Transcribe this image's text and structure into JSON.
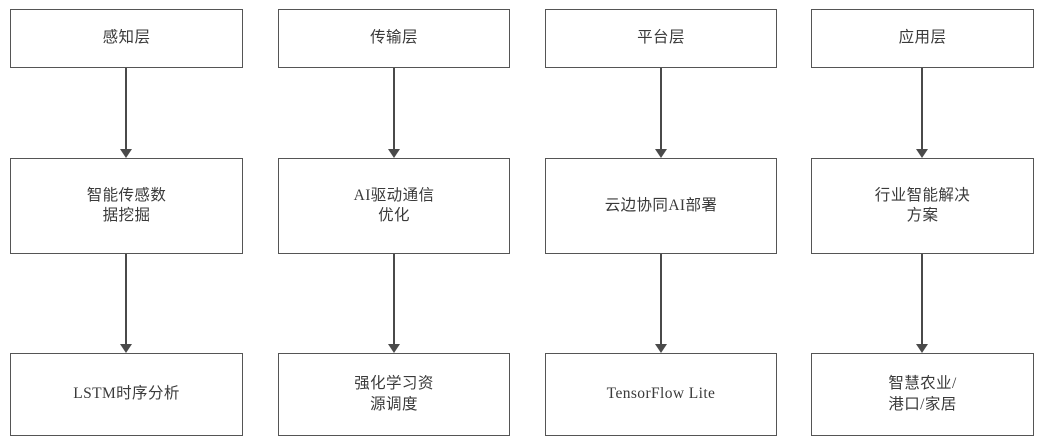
{
  "diagram": {
    "type": "flowchart",
    "orientation": "vertical-columns",
    "colors": {
      "border": "#555555",
      "text": "#3a3a3a",
      "arrow": "#4a4a4a",
      "background": "#ffffff"
    },
    "columns": [
      {
        "id": "perception",
        "nodes": [
          {
            "label": "感知层"
          },
          {
            "label": "智能传感数\n据挖掘"
          },
          {
            "label": "LSTM时序分析"
          }
        ]
      },
      {
        "id": "transport",
        "nodes": [
          {
            "label": "传输层"
          },
          {
            "label": "AI驱动通信\n优化"
          },
          {
            "label": "强化学习资\n源调度"
          }
        ]
      },
      {
        "id": "platform",
        "nodes": [
          {
            "label": "平台层"
          },
          {
            "label": "云边协同AI部署"
          },
          {
            "label": "TensorFlow Lite"
          }
        ]
      },
      {
        "id": "application",
        "nodes": [
          {
            "label": "应用层"
          },
          {
            "label": "行业智能解决\n方案"
          },
          {
            "label": "智慧农业/\n港口/家居"
          }
        ]
      }
    ]
  }
}
